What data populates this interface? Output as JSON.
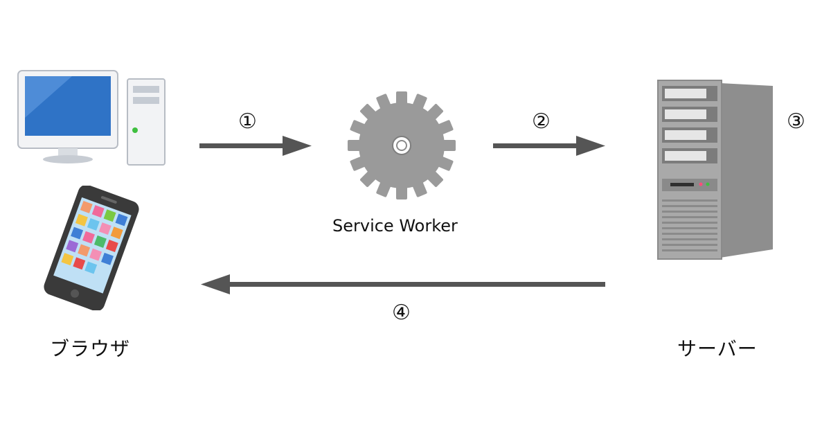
{
  "nodes": {
    "browser": {
      "label": "ブラウザ"
    },
    "service_worker": {
      "label": "Service Worker"
    },
    "server": {
      "label": "サーバー"
    }
  },
  "steps": [
    "①",
    "②",
    "③",
    "④"
  ],
  "colors": {
    "arrow": "#555555",
    "gear": "#9a9a9a",
    "monitor_screen": "#2f73c6",
    "server_body": "#a9a9a9"
  }
}
